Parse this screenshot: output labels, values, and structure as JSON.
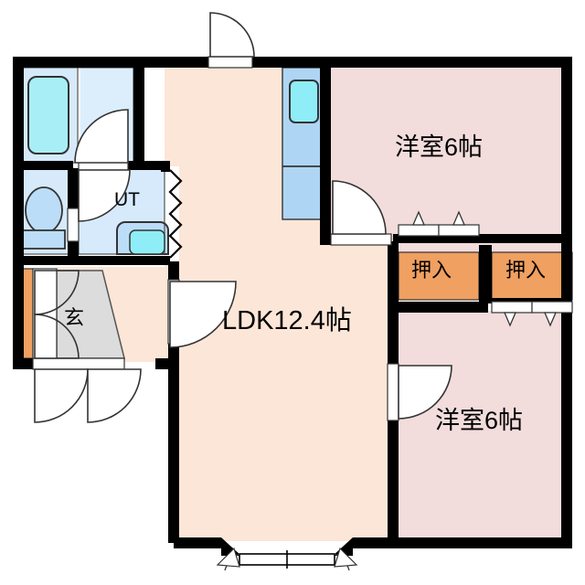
{
  "plan": {
    "type": "japanese-floor-plan",
    "layout_code": "2LDK",
    "colors": {
      "wall": "#000000",
      "ldk_floor": "#FCE6D8",
      "bedroom_floor": "#F2DCDC",
      "wet_area_floor": "#D6EAFB",
      "bath_tub": "#A8EEF7",
      "sink_counter": "#AFD5F5",
      "closet_orange": "#F0A060",
      "genkan_tile": "#DCDCDC",
      "fixture_line": "#333333",
      "white": "#FFFFFF"
    },
    "rooms": [
      {
        "id": "bedroom-upper",
        "label": "洋室6帖",
        "name_en": "western-room-6-tatami-upper",
        "size_tatami": 6,
        "fill": "#F2DCDC"
      },
      {
        "id": "bedroom-lower",
        "label": "洋室6帖",
        "name_en": "western-room-6-tatami-lower",
        "size_tatami": 6,
        "fill": "#F2DCDC"
      },
      {
        "id": "ldk",
        "label": "LDK12.4帖",
        "name_en": "living-dining-kitchen",
        "size_tatami": 12.4,
        "fill": "#FCE6D8"
      },
      {
        "id": "utility",
        "label": "UT",
        "name_en": "utility-washroom",
        "fill": "#D6EAFB"
      },
      {
        "id": "genkan",
        "label": "玄",
        "name_en": "entrance-hall",
        "fill": "#DCDCDC"
      },
      {
        "id": "closet-left",
        "label": "押入",
        "name_en": "closet-oshiire-left",
        "fill": "#F0A060"
      },
      {
        "id": "closet-right",
        "label": "押入",
        "name_en": "closet-oshiire-right",
        "fill": "#F0A060"
      }
    ],
    "fixtures": [
      {
        "id": "bathtub",
        "name_en": "bathtub",
        "label": ""
      },
      {
        "id": "toilet",
        "name_en": "toilet",
        "label": ""
      },
      {
        "id": "wash-basin",
        "name_en": "wash-basin",
        "label": ""
      },
      {
        "id": "kitchen-sink",
        "name_en": "kitchen-sink-counter",
        "label": ""
      },
      {
        "id": "shoe-cabinet",
        "name_en": "shoe-cabinet",
        "label": ""
      }
    ],
    "openings": [
      {
        "id": "front-door",
        "name_en": "front-door-top",
        "type": "swing-door"
      },
      {
        "id": "genkan-outer-door",
        "name_en": "genkan-outer-door",
        "type": "swing-door"
      },
      {
        "id": "ldk-to-hall-door",
        "name_en": "ldk-to-hall-door",
        "type": "swing-door"
      },
      {
        "id": "bath-door",
        "name_en": "bath-door",
        "type": "swing-door"
      },
      {
        "id": "ut-door",
        "name_en": "ut-door",
        "type": "swing-door"
      },
      {
        "id": "ldk-to-bedroom-upper-door",
        "name_en": "ldk-to-bedroom-upper-door",
        "type": "swing-door"
      },
      {
        "id": "ldk-to-bedroom-lower-door",
        "name_en": "ldk-to-bedroom-lower-door",
        "type": "swing-door"
      },
      {
        "id": "closet-left-doors",
        "name_en": "closet-left-sliding-doors",
        "type": "sliding-door"
      },
      {
        "id": "closet-right-doors",
        "name_en": "closet-right-sliding-doors",
        "type": "sliding-door"
      },
      {
        "id": "balcony-window",
        "name_en": "balcony-sliding-window",
        "type": "sliding-window"
      }
    ]
  }
}
